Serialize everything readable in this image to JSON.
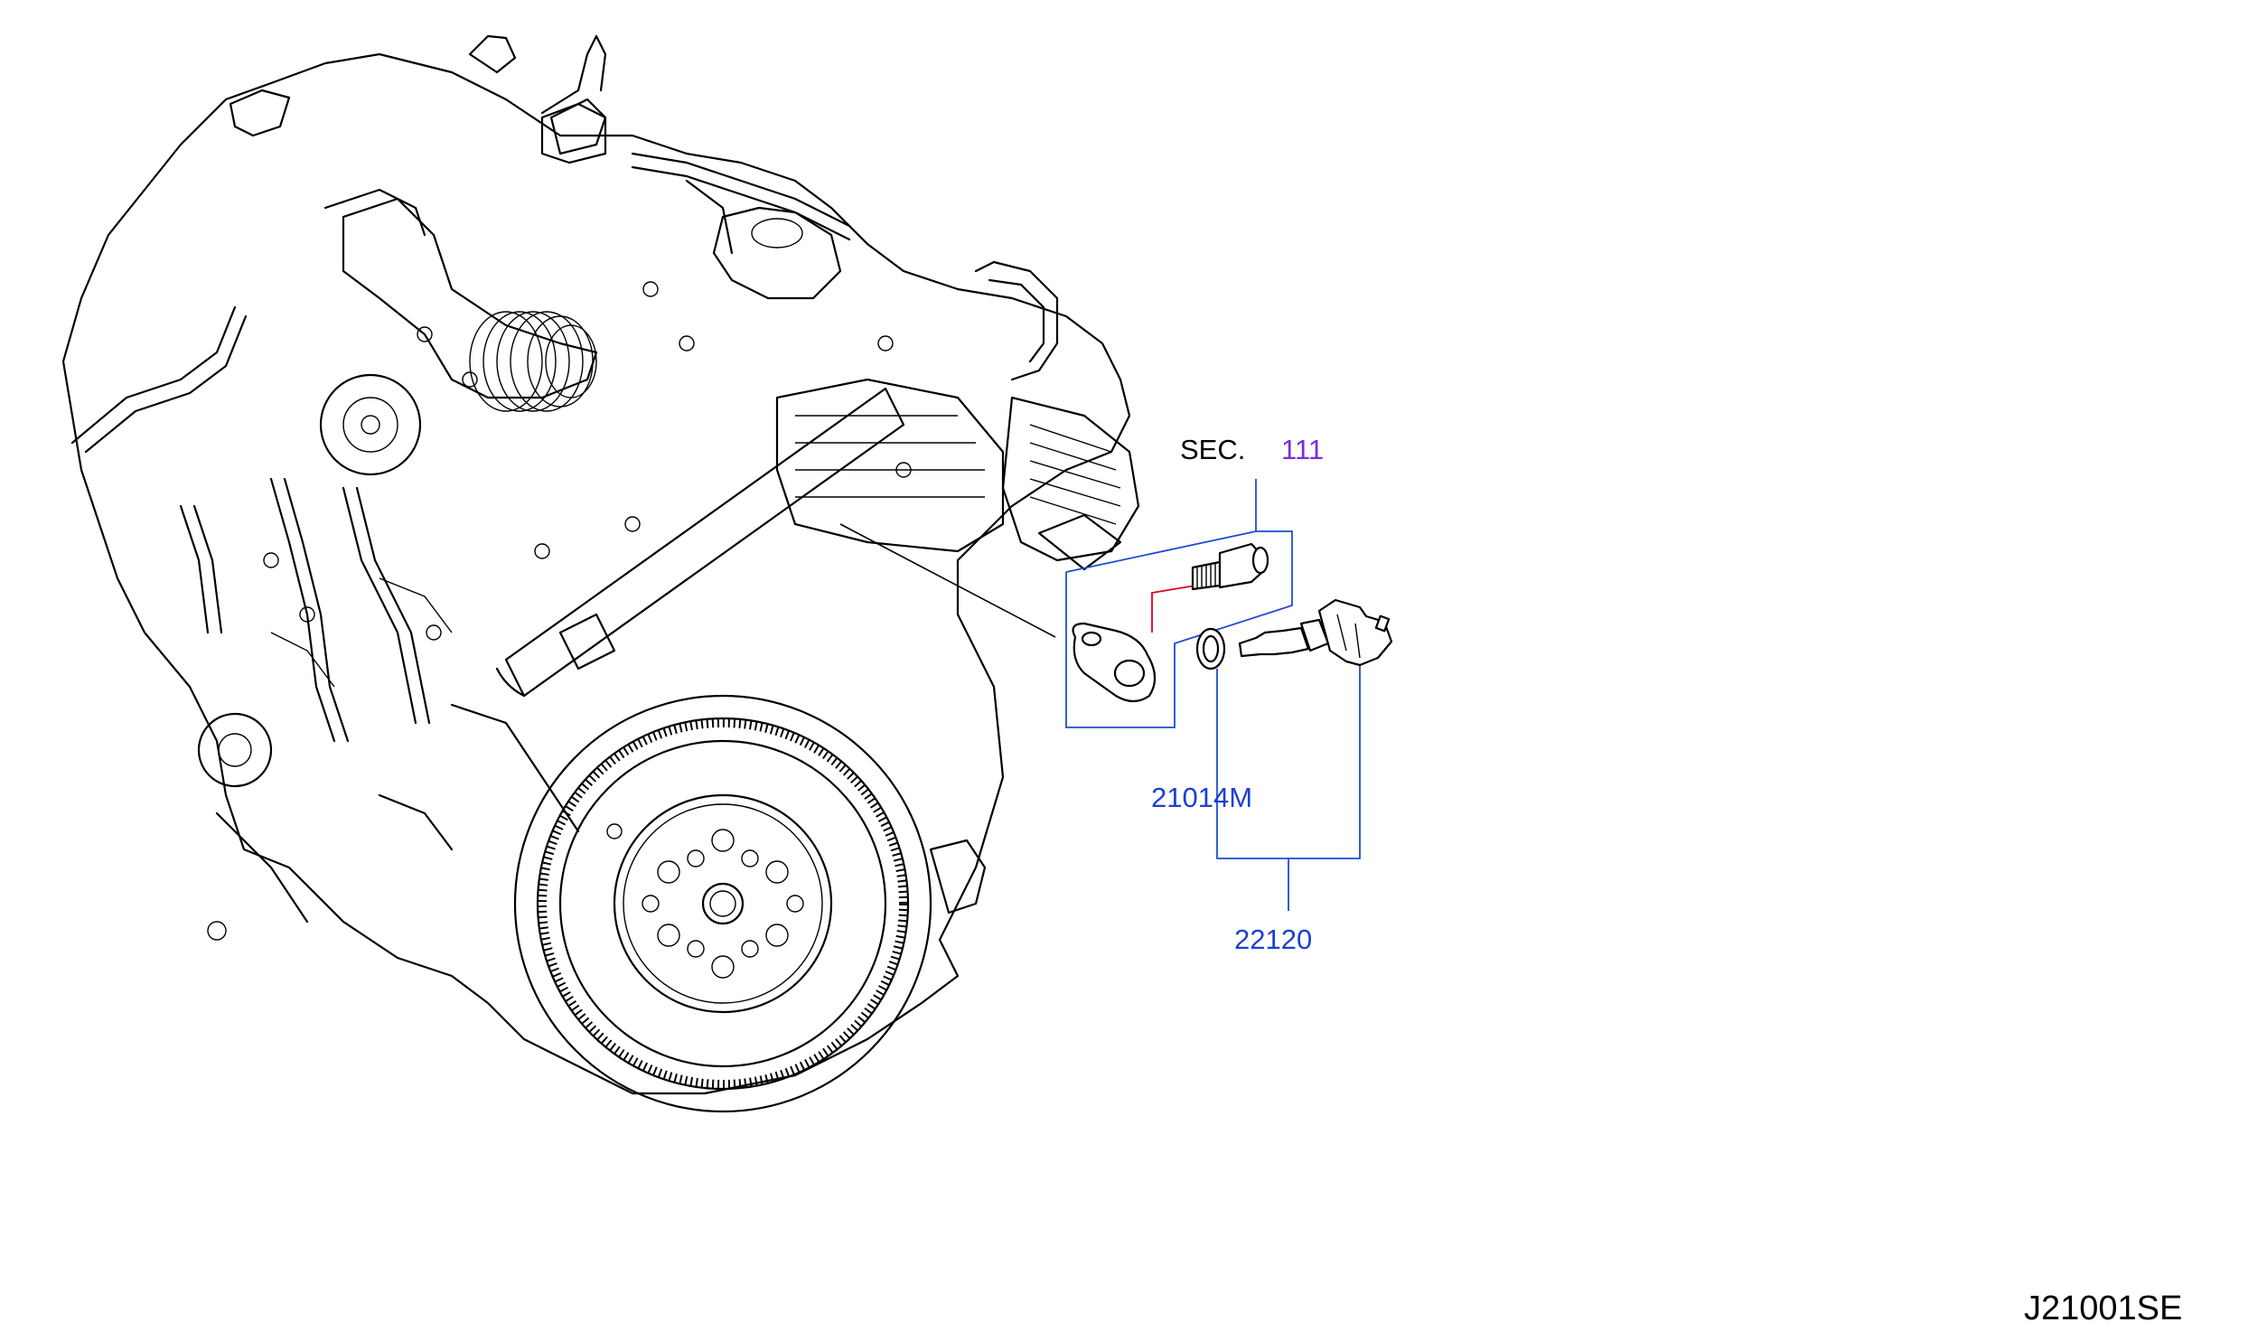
{
  "labels": {
    "sec_prefix": "SEC.",
    "sec_number": "111",
    "part_21014m": "21014M",
    "part_22120": "22120",
    "diagram_code": "J21001SE"
  },
  "colors": {
    "section_ref": "#7b2be0",
    "part_number": "#1c3fd6",
    "callout_line": "#1f4bd1",
    "hidden_line": "#e0001b"
  }
}
